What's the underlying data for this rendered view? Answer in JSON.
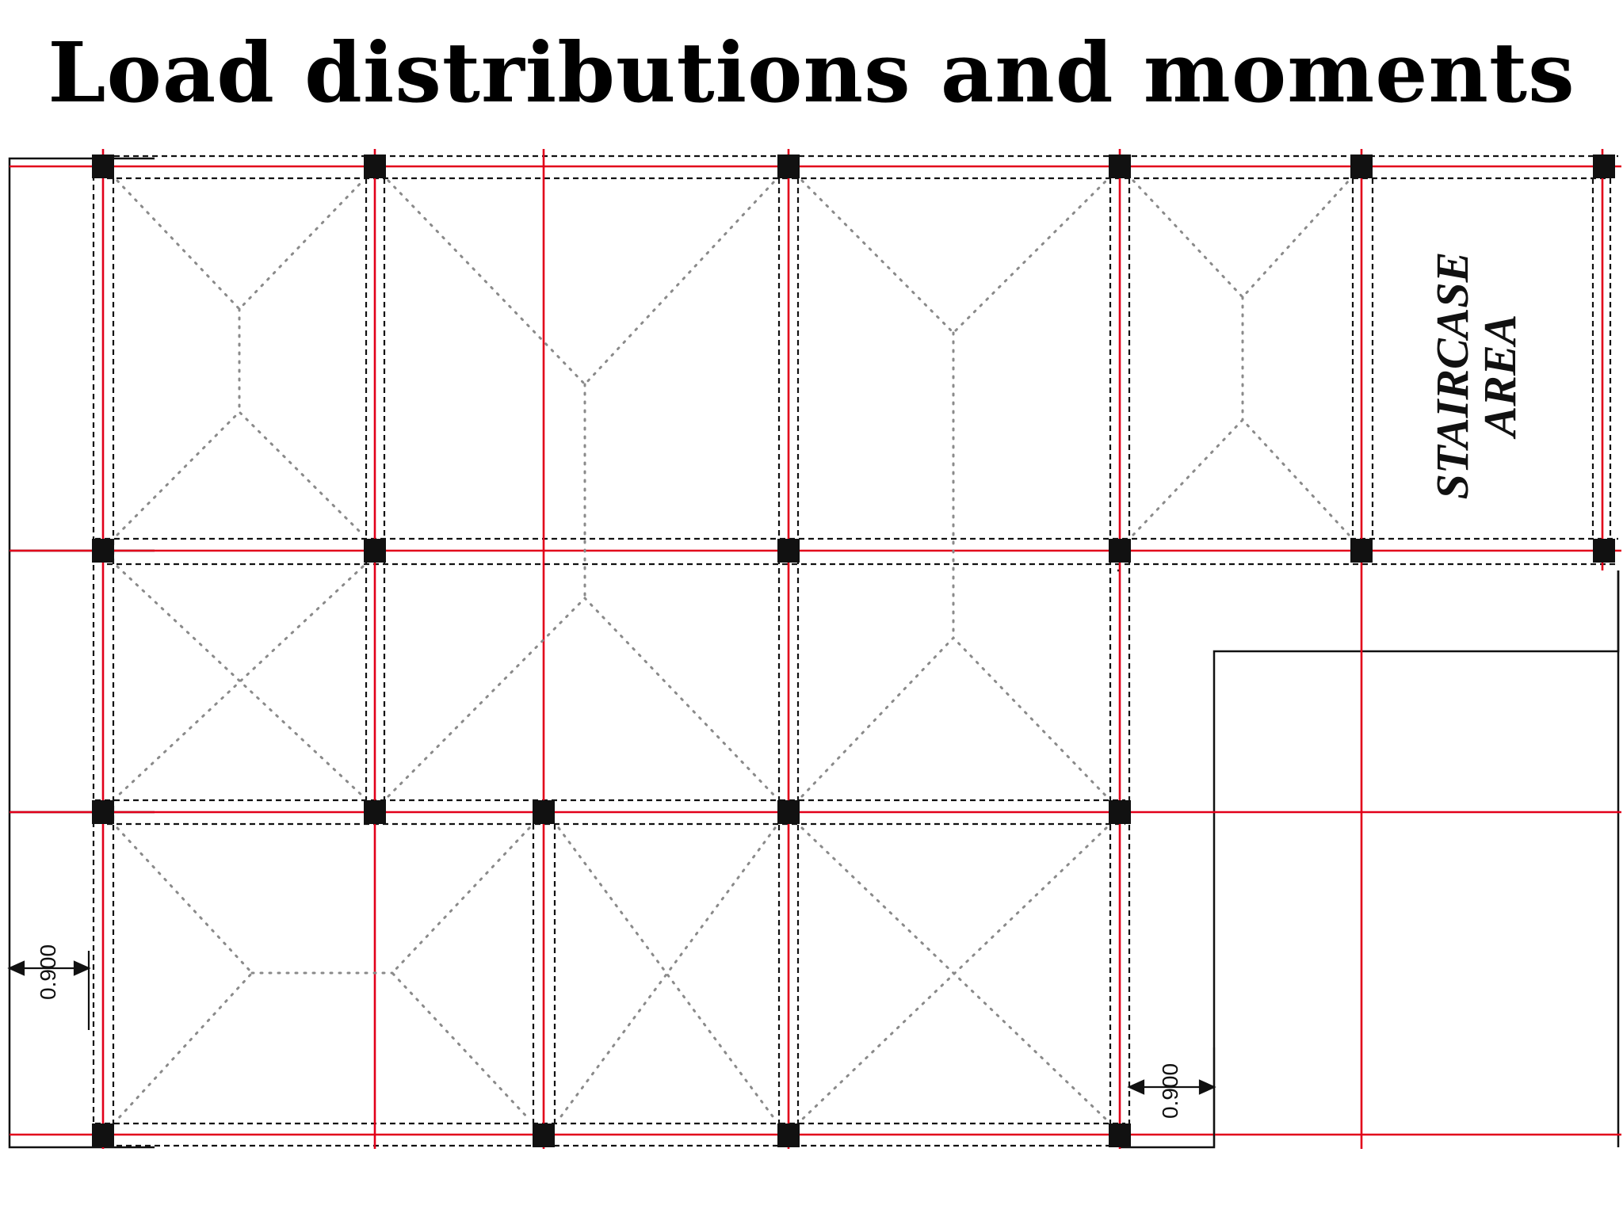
{
  "title": "Load distributions and moments",
  "labels": {
    "staircase_line1": "STAIRCASE",
    "staircase_line2": "AREA",
    "dimension_left": "0.900",
    "dimension_right": "0.900"
  },
  "colors": {
    "grid_line": "#e2001a",
    "beam_line": "#111111",
    "yield_line": "#888888",
    "column": "#111111",
    "background": "#ffffff"
  }
}
